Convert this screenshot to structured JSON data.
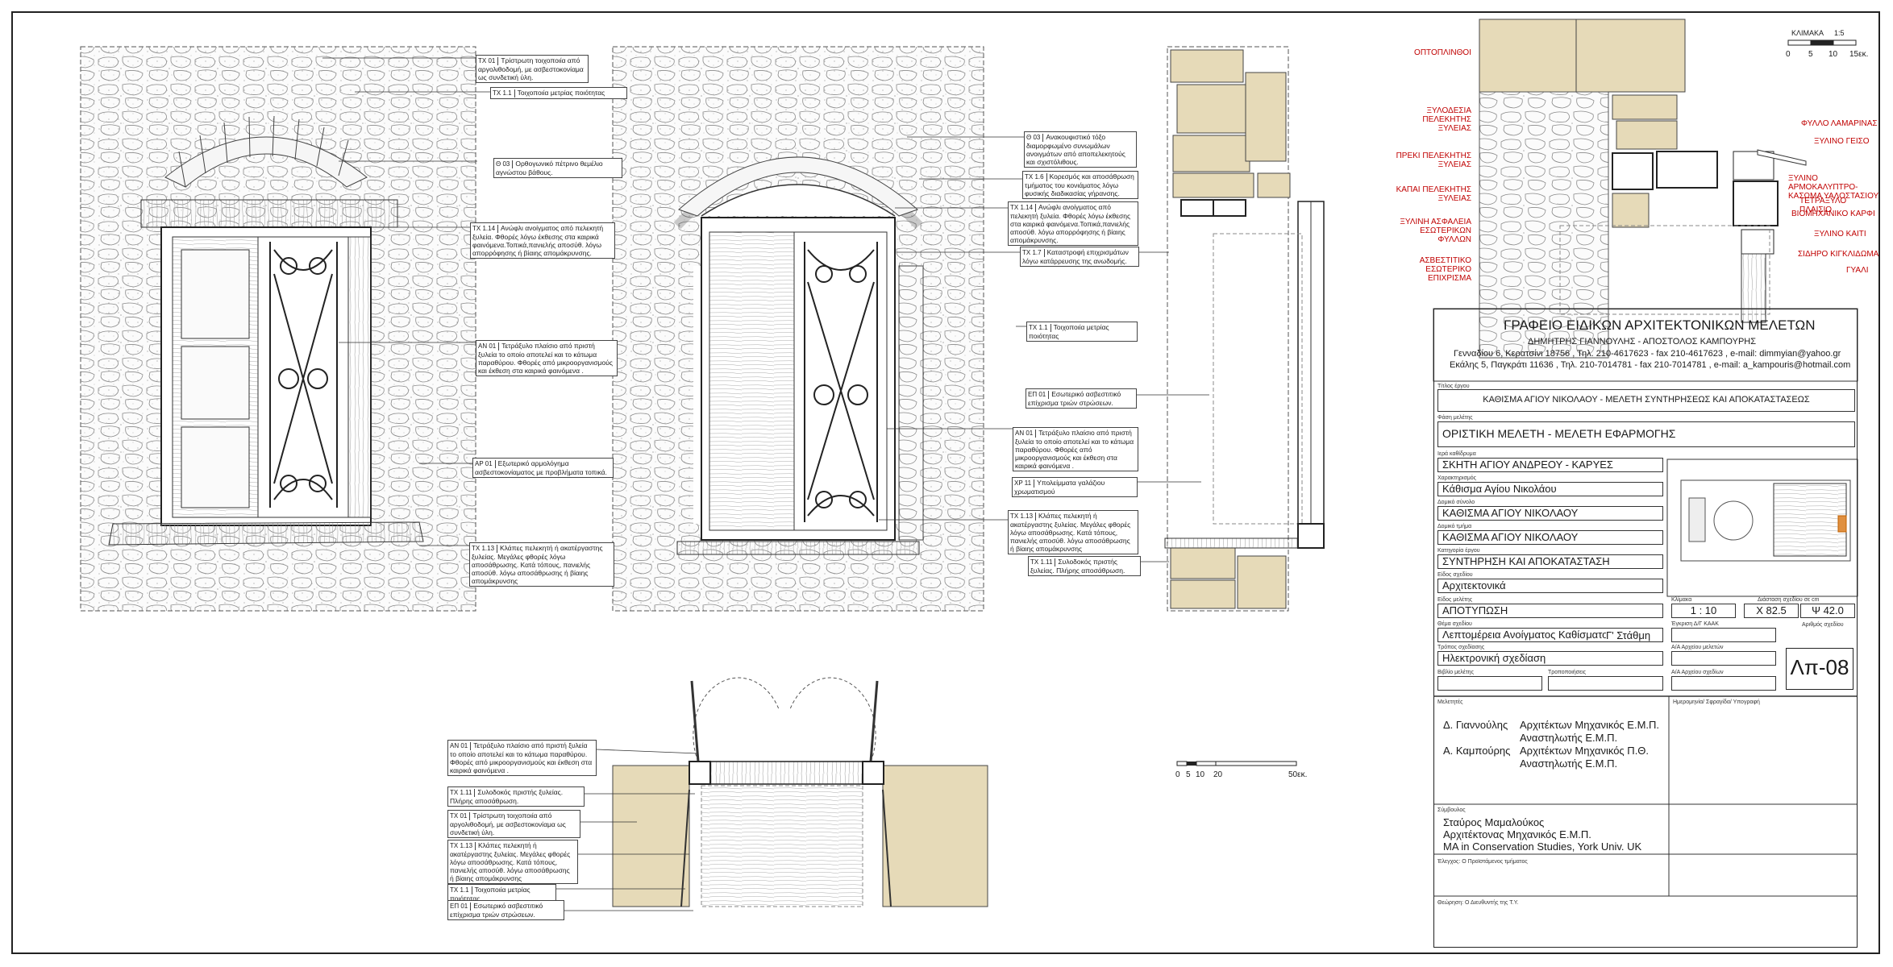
{
  "office": {
    "title": "ΓΡΑΦΕΙΟ ΕΙΔΙΚΩΝ ΑΡΧΙΤΕΚΤΟΝΙΚΩΝ ΜΕΛΕΤΩΝ",
    "partners": "ΔΗΜΗΤΡΗΣ ΓΙΑΝΝΟΥΛΗΣ  -  ΑΠΟΣΤΟΛΟΣ ΚΑΜΠΟΥΡΗΣ",
    "address1": "Γενναδίου 6, Κερατσίνι 18756 , Τηλ. 210-4617623 - fax 210-4617623 , e-mail: dimmyian@yahoo.gr",
    "address2": "Εκάλης 5, Παγκράτι 11636 , Τηλ. 210-7014781 - fax 210-7014781 , e-mail: a_kampouris@hotmail.com"
  },
  "fields": {
    "project_title_label": "Τίτλος έργου",
    "project_title": "ΚΑΘΙΣΜΑ ΑΓΙΟΥ ΝΙΚΟΛΑΟΥ - ΜΕΛΕΤΗ ΣΥΝΤΗΡΗΣΕΩΣ ΚΑΙ ΑΠΟΚΑΤΑΣΤΑΣΕΩΣ",
    "study_phase_label": "Φάση μελέτης",
    "study_phase": "ΟΡΙΣΤΙΚΗ ΜΕΛΕΤΗ - ΜΕΛΕΤΗ ΕΦΑΡΜΟΓΗΣ",
    "monastery_label": "Ιερά καθίδρυμα",
    "monastery": "ΣΚΗΤΗ ΑΓΙΟΥ ΑΝΔΡΕΟΥ - ΚΑΡΥΕΣ",
    "name_label": "Χαρακτηρισμός",
    "name": "Κάθισμα Αγίου Νικολάου",
    "complex_label": "Δομικό σύνολο",
    "complex": "ΚΑΘΙΣΜΑ ΑΓΙΟΥ ΝΙΚΟΛΑΟΥ",
    "building_label": "Δομικό τμήμα",
    "building": "ΚΑΘΙΣΜΑ ΑΓΙΟΥ ΝΙΚΟΛΑΟΥ",
    "category_label": "Κατηγορία έργου",
    "category": "ΣΥΝΤΗΡΗΣΗ ΚΑΙ ΑΠΟΚΑΤΑΣΤΑΣΗ",
    "discipline_label": "Είδος σχεδίου",
    "discipline": "Αρχιτεκτονικά",
    "study_type_label": "Είδος μελέτης",
    "study_type": "ΑΠΟΤΥΠΩΣΗ",
    "scale_label": "Κλίμακα",
    "scale": "1 : 10",
    "dims_label": "Διάσταση σχεδίου σε cm",
    "dim_x": "Χ  82.5",
    "dim_y": "Ψ  42.0",
    "subject_label": "Θέμα σχεδίου",
    "subject": "Λεπτομέρεια Ανοίγματος Καθίσματος",
    "stage": "Γ' Στάθμη",
    "approval_label": "Έγκριση Δ/Γ ΚΑΑΚ",
    "method_label": "Τρόπος σχεδίασης",
    "method": "Ηλεκτρονική σχεδίαση",
    "prot_label": "Α/Α Αρχείου μελετών",
    "drawing_no_label": "Αριθμός σχεδίου",
    "drawing_no": "Λπ-08",
    "date_label": "Βιβλίο μελέτης",
    "revision_label": "Τροποποιήσεις",
    "archive_label": "Α/Α Αρχείου σχεδίων",
    "designers_label": "Μελετητές",
    "date_sig_label": "Ημερομηνία/ Σφραγίδα/ Υπογραφή",
    "designer1_name": "Δ. Γιαννούλης",
    "designer1_role1": "Αρχιτέκτων Μηχανικός Ε.Μ.Π.",
    "designer1_role2": "Αναστηλωτής Ε.Μ.Π.",
    "designer2_name": "Α. Καμπούρης",
    "designer2_role1": "Αρχιτέκτων Μηχανικός Π.Θ.",
    "designer2_role2": "Αναστηλωτής Ε.Μ.Π.",
    "advisor_label": "Σύμβουλος",
    "advisor1": "Σταύρος  Μαμαλούκος",
    "advisor2": "Αρχιτέκτονας Μηχανικός Ε.Μ.Π.",
    "advisor3": "MA in Conservation Studies, York Univ. UK",
    "check_label": "Έλεγχος: Ο Προϊστάμενος τμήματος",
    "approve_label": "Θεώρηση: Ο Διευθυντής της Τ.Υ."
  },
  "scales": {
    "top_title": "ΚΛΙΜΑΚΑ",
    "top_ratio": "1:5",
    "top_ticks": [
      "0",
      "5",
      "10",
      "15εκ."
    ],
    "mid_ticks": [
      "0",
      "5",
      "10",
      "20",
      "50εκ."
    ]
  },
  "notes_left": [
    {
      "code": "ΤΧ 01",
      "text": "Τρίστρωτη τοιχοποιία από αργολιθοδομή,  με ασβεστοκονίαμα ως συνδετική ύλη."
    },
    {
      "code": "ΤΧ 1.1",
      "text": "Τοιχοποιία μετρίας ποιότητας"
    },
    {
      "code": "Θ 03",
      "text": "Ορθογωνικό πέτρινο θεμέλιο αγνώστου βάθους."
    },
    {
      "code": "ΤΧ 1.14",
      "text": "Ανώφλι ανοίγματος από πελεκητή ξυλεία. Φθορές λόγω έκθεσης στα καιρικά φαινόμενα.Τοπικά,πανιελής αποσύθ. λόγω απορρόφησης ή βίαιης απομάκρυνσης."
    },
    {
      "code": "ΑΝ 01",
      "text": "Τετράξυλο πλαίσιο από πριστή ξυλεία το οποίο αποτελεί και το κάτωμα παραθύρου. Φθορές από μικροοργανισμούς και έκθεση στα καιρικά φαινόμενα ."
    },
    {
      "code": "ΑΡ 01",
      "text": "Εξωτερικό αρμολόγημα ασβεστοκονίαματος με προβλήματα τοπικά."
    },
    {
      "code": "ΤΧ 1.13",
      "text": "Κλάπες  πελεκητή ή ακατέργαστης ξυλείας. Μεγάλες φθορές λόγω αποσάθρωσης. Κατά τόπους, πανιελής αποσύθ. λόγω αποσάθρωσης ή βίαιης απομάκρυνσης"
    }
  ],
  "notes_mid": [
    {
      "code": "Θ 03",
      "text": "Ανακουφιστικό τόξο διαμορφωμένο συνωμάλων ανοιγμάτων από αποπελεκητούς και σχιστόλιθους."
    },
    {
      "code": "ΤΧ 1.6",
      "text": "Κορεσμός και αποσάθρωση τμήματος του  κονιάματος λόγω φυσικής διαδικασίας γήρανσης."
    },
    {
      "code": "ΤΧ 1.14",
      "text": "Ανώφλι ανοίγματος από πελεκητή ξυλεία. Φθορές λόγω έκθεσης στα καιρικά φαινόμενα.Τοπικά,πανιελής αποσύθ. λόγω απορρόφησης ή βίαιης απομάκρυνσης."
    },
    {
      "code": "ΤΧ 1.7",
      "text": "Καταστροφή επιχρισμάτων λόγω κατάρρευσης της ανωδομής."
    },
    {
      "code": "ΤΧ 1.1",
      "text": "Τοιχοποιία μετρίας ποιότητας"
    },
    {
      "code": "ΕΠ 01",
      "text": "Εσωτερικό ασβεστιτικό επίχρισμα τριών στρώσεων."
    },
    {
      "code": "ΑΝ 01",
      "text": "Τετράξυλο πλαίσιο από πριστή ξυλεία το οποίο αποτελεί και το κάτωμα παραθύρου. Φθορές από μικροοργανισμούς και έκθεση στα καιρικά φαινόμενα ."
    },
    {
      "code": "ΧΡ 11",
      "text": "Υπολείμματα γαλάζιου χρωματισμού"
    },
    {
      "code": "ΤΧ 1.13",
      "text": "Κλάπες  πελεκητή ή ακατέργαστης ξυλείας. Μεγάλες φθορές λόγω αποσάθρωσης. Κατά τόπους, πανιελής αποσύθ. λόγω αποσάθρωσης ή βίαιης απομάκρυνσης"
    },
    {
      "code": "ΤΧ 1.11",
      "text": "Συλοδοκός πριστής ξυλείας. Πλήρης αποσάθρωση."
    }
  ],
  "notes_plan": [
    {
      "code": "ΑΝ 01",
      "text": "Τετράξυλο πλαίσιο από πριστή ξυλεία το οποίο αποτελεί και το κάτωμα παραθύρου. Φθορές από μικροοργανισμούς και έκθεση στα καιρικά φαινόμενα ."
    },
    {
      "code": "ΤΧ 1.11",
      "text": "Συλοδοκός πριστής ξυλείας. Πλήρης αποσάθρωση."
    },
    {
      "code": "ΤΧ 01",
      "text": "Τρίστρωτη τοιχοποιία από αργολιθοδομή,  με ασβεστοκονίαμα ως συνδετική ύλη."
    },
    {
      "code": "ΤΧ 1.13",
      "text": "Κλάπες  πελεκητή ή ακατέργαστης ξυλείας. Μεγάλες φθορές λόγω αποσάθρωσης. Κατά τόπους, πανιελής αποσύθ. λόγω αποσάθρωσης ή βίαιης απομάκρυνσης"
    },
    {
      "code": "ΤΧ 1.1",
      "text": "Τοιχοποιία μετρίας ποιότητας"
    },
    {
      "code": "ΕΠ 01",
      "text": "Εσωτερικό ασβεστιτικό επίχρισμα τριών στρώσεων."
    }
  ],
  "detail_labels_left": [
    "ΟΠΤΟΠΛΙΝΘΟΙ",
    "ΞΥΛΟΔΕΣΙΑ ΠΕΛΕΚΗΤΗΣ ΞΥΛΕΙΑΣ",
    "ΠΡΕΚΙ ΠΕΛΕΚΗΤΗΣ ΞΥΛΕΙΑΣ",
    "ΚΑΠΑΙ ΠΕΛΕΚΗΤΗΣ ΞΥΛΕΙΑΣ",
    "ΞΥΛΙΝΗ ΑΣΦΑΛΕΙΑ ΕΣΩΤΕΡΙΚΩΝ ΦΥΛΛΩΝ",
    "ΑΣΒΕΣΤΙΤΙΚΟ ΕΣΩΤΕΡΙΚΟ ΕΠΙΧΡΙΣΜΑ"
  ],
  "detail_labels_right": [
    "ΦΥΛΛΟ ΛΑΜΑΡΙΝΑΣ",
    "ΞΥΛΙΝΟ ΓΕΙΣΟ",
    "ΞΥΛΙΝΟ ΑΡΜΟΚΑΛΥΠΤΡΟ- ΚΑΣΩΜΑ ΥΑΛΟΣΤΑΣΙΟΥ",
    "ΤΕΤΡΑΞΥΛΟ ΠΛΑΙΣΙΟ",
    "ΒΙΟΜΗΧΑΝΙΚΟ ΚΑΡΦΙ",
    "ΞΥΛΙΝΟ ΚΑΙΤΙ",
    "ΣΙΔΗΡΟ ΚΙΓΚΛΙΔΩΜΑ",
    "ΓΥΑΛΙ"
  ],
  "colors": {
    "stone_fill": "#e6dab8",
    "red_label": "#c00000",
    "line": "#333333"
  }
}
